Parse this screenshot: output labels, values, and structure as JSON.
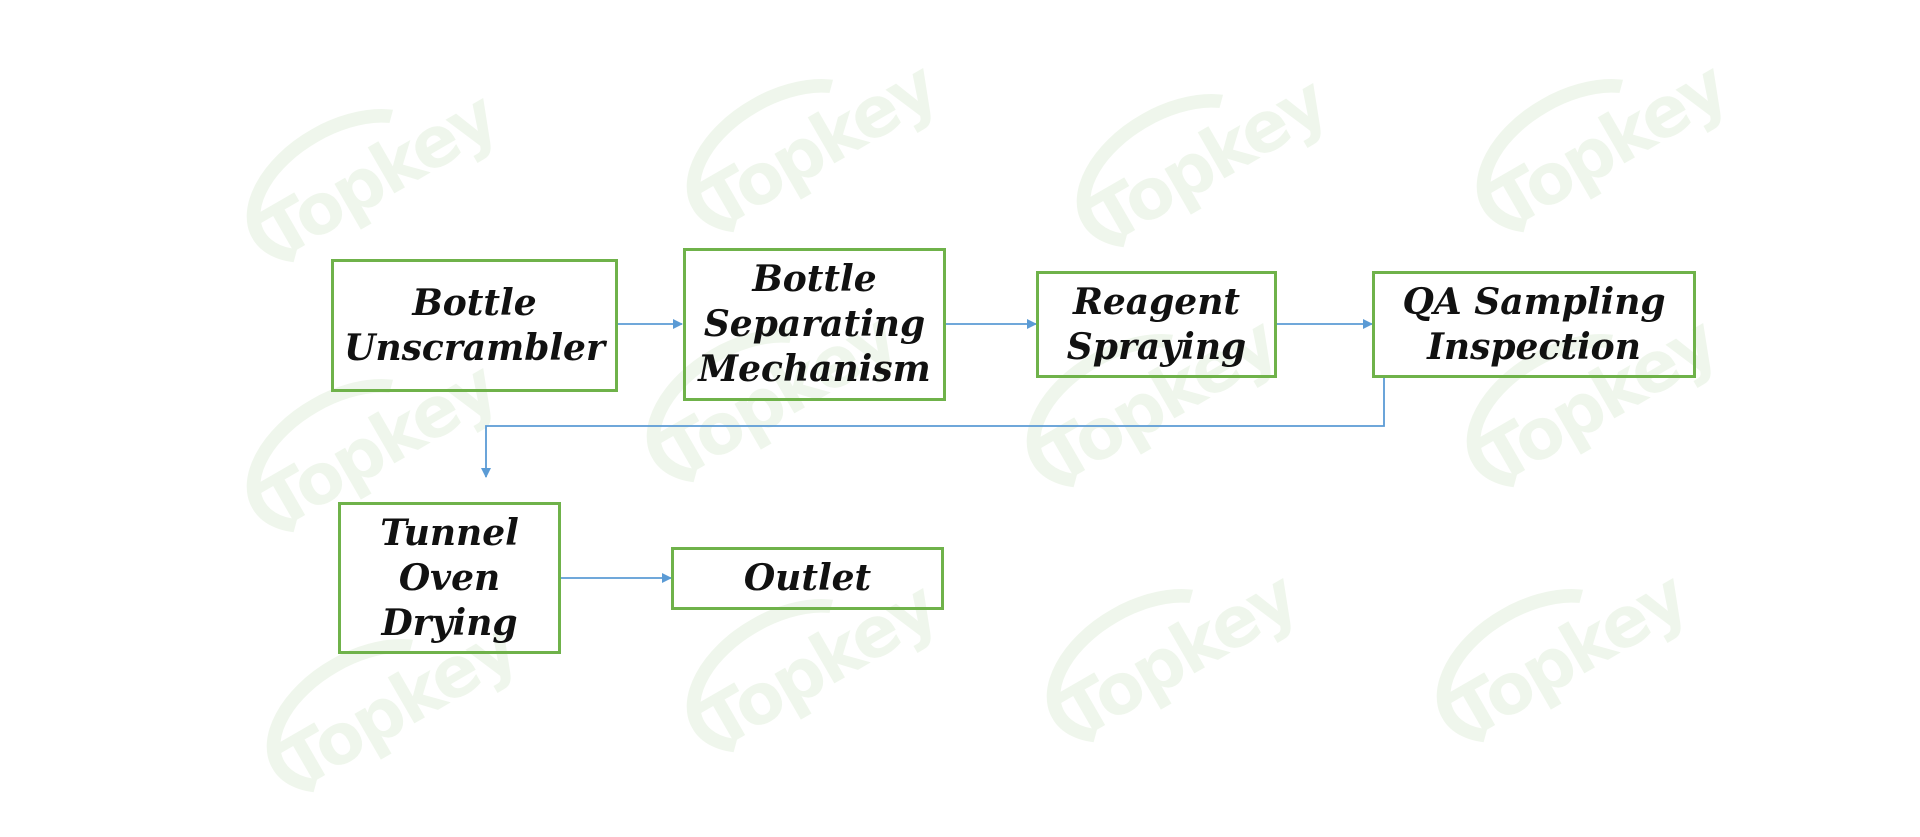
{
  "watermark": {
    "text": "Topkey",
    "color": "#e3f0dd"
  },
  "flow": {
    "box_border_color": "#6fb24a",
    "arrow_color": "#5b9bd5",
    "steps": [
      {
        "id": "bottle-unscrambler",
        "label": "Bottle\nUnscrambler"
      },
      {
        "id": "bottle-separating",
        "label": "Bottle\nSeparating\nMechanism"
      },
      {
        "id": "reagent-spraying",
        "label": "Reagent\nSpraying"
      },
      {
        "id": "qa-sampling",
        "label": "QA Sampling\nInspection"
      },
      {
        "id": "tunnel-oven",
        "label": "Tunnel\nOven\nDrying"
      },
      {
        "id": "outlet",
        "label": "Outlet"
      }
    ]
  }
}
